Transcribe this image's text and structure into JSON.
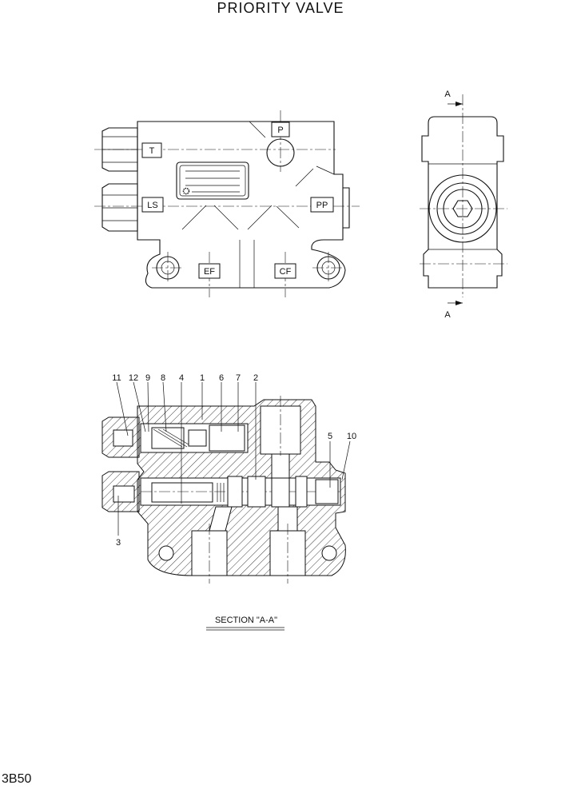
{
  "title": "PRIORITY VALVE",
  "page_id": "3B50",
  "front_view": {
    "ports": [
      {
        "key": "P",
        "text": "P"
      },
      {
        "key": "T",
        "text": "T"
      },
      {
        "key": "LS",
        "text": "LS"
      },
      {
        "key": "PP",
        "text": "PP"
      },
      {
        "key": "EF",
        "text": "EF"
      },
      {
        "key": "CF",
        "text": "CF"
      }
    ]
  },
  "side_view": {
    "section_mark_top": "A",
    "section_mark_bottom": "A"
  },
  "section_view": {
    "caption": "SECTION \"A-A\"",
    "callouts": [
      "11",
      "12",
      "9",
      "8",
      "4",
      "1",
      "6",
      "7",
      "2",
      "5",
      "10",
      "3"
    ]
  }
}
